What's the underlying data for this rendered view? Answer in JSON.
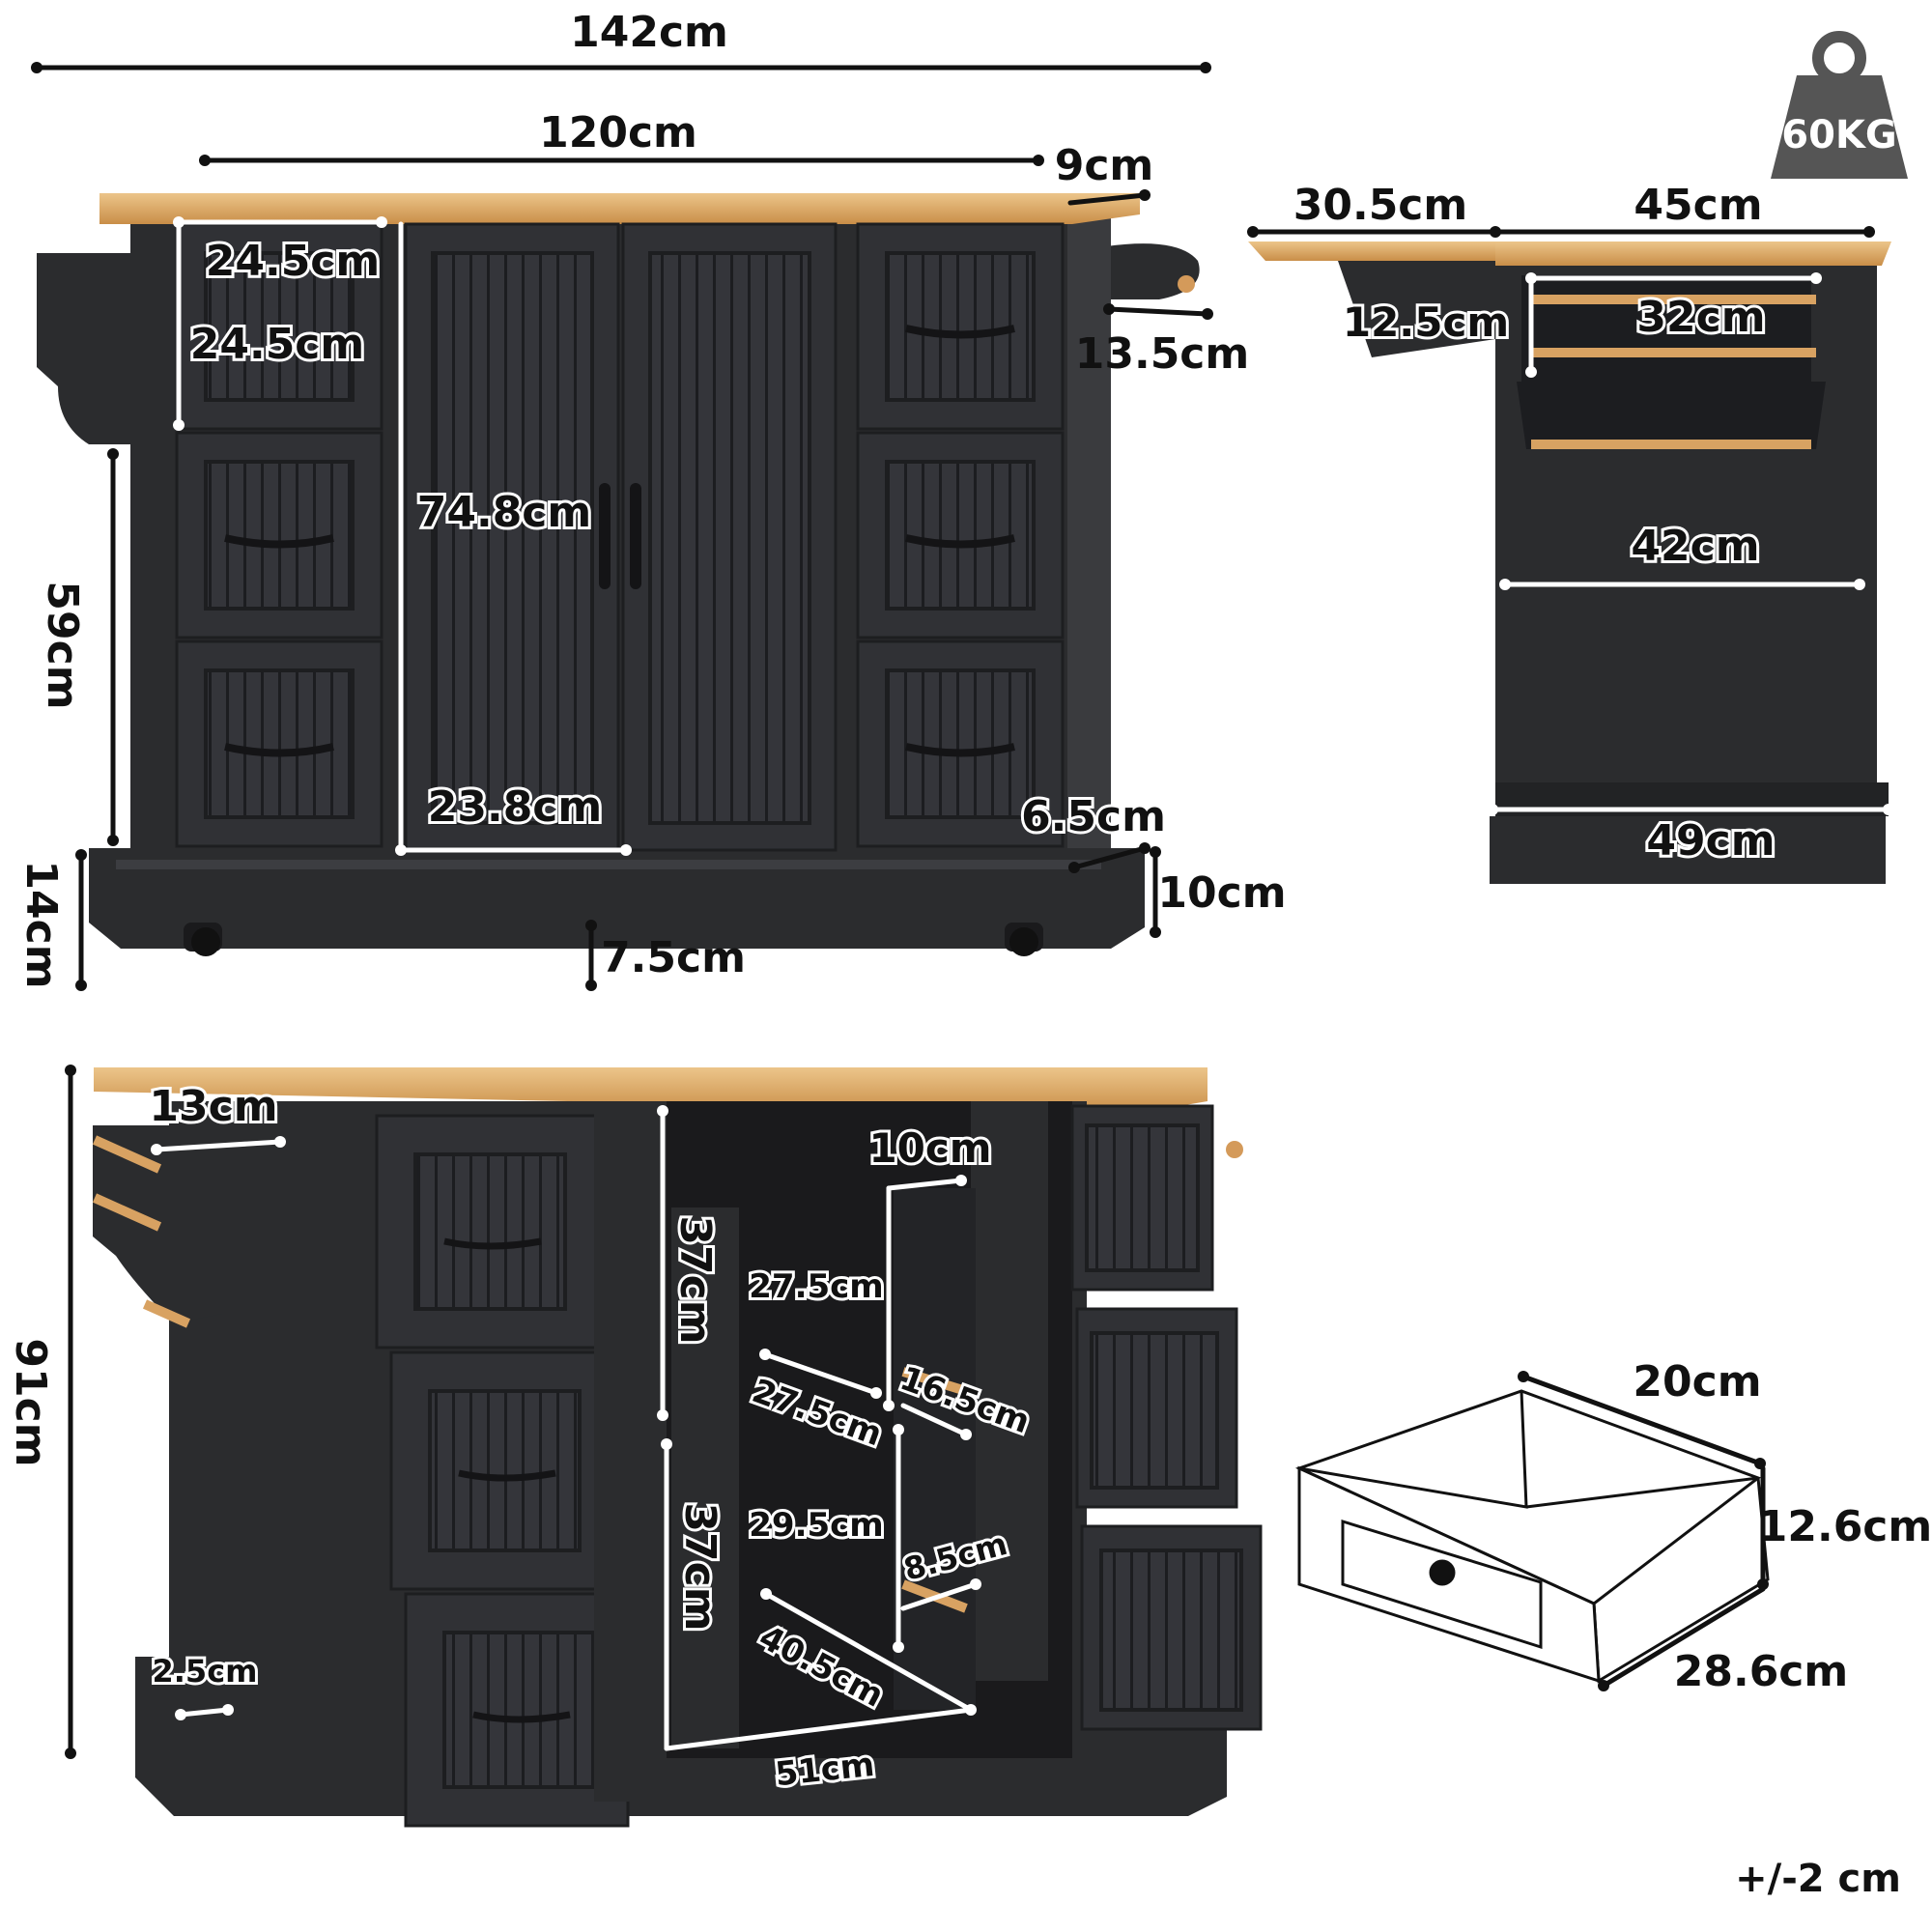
{
  "weight": {
    "label": "60KG",
    "icon": "weight-icon"
  },
  "front_view": {
    "overall_width": "142cm",
    "cabinet_width": "120cm",
    "towel_bar_depth": "9cm",
    "drawer_width": "24.5cm",
    "drawer_height": "24.5cm",
    "cabinet_height": "74.8cm",
    "towel_bar_height": "13.5cm",
    "drawer_section_height": "59cm",
    "door_width": "23.8cm",
    "side_gap": "6.5cm",
    "base_height": "14cm",
    "base_thickness": "10cm",
    "ground_clearance": "7.5cm"
  },
  "side_view": {
    "flap_width": "30.5cm",
    "top_depth": "45cm",
    "flap_bracket": "12.5cm",
    "rack_width": "32cm",
    "body_depth": "42cm",
    "base_depth": "49cm"
  },
  "open_view": {
    "total_height": "91cm",
    "rack_depth": "13cm",
    "shelf_gap_upper": "37cm",
    "shelf_gap_lower": "37cm",
    "door_rack_width": "10cm",
    "shelf_width_a": "27.5cm",
    "shelf_width_b": "27.5cm",
    "door_rack_depth": "16.5cm",
    "shelf_depth": "29.5cm",
    "door_rack_gap": "8.5cm",
    "interior_diagonal": "40.5cm",
    "interior_width": "51cm",
    "base_edge": "2.5cm"
  },
  "drawer_detail": {
    "width": "20cm",
    "height": "12.6cm",
    "depth": "28.6cm"
  },
  "tolerance": "+/-2 cm",
  "colors": {
    "body": "#2b2c2e",
    "panel": "#333437",
    "groove": "#1e1f21",
    "wood": "#e0ae6c",
    "wood_dark": "#c98e48"
  }
}
